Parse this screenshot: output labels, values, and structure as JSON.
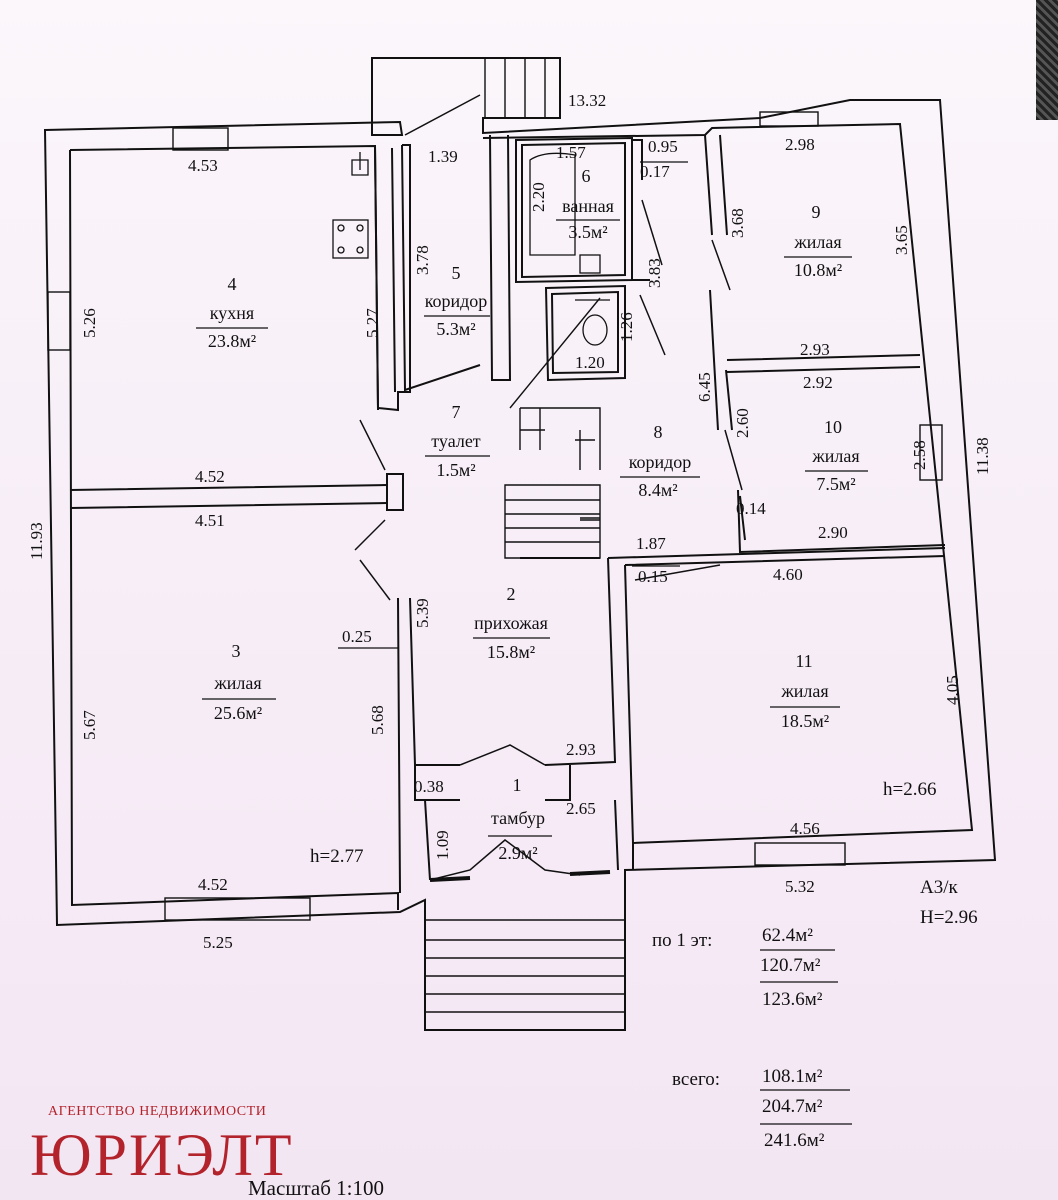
{
  "rooms": [
    {
      "num": "1",
      "name": "тамбур",
      "area": "2.9м²"
    },
    {
      "num": "2",
      "name": "прихожая",
      "area": "15.8м²"
    },
    {
      "num": "3",
      "name": "жилая",
      "area": "25.6м²"
    },
    {
      "num": "4",
      "name": "кухня",
      "area": "23.8м²"
    },
    {
      "num": "5",
      "name": "коридор",
      "area": "5.3м²"
    },
    {
      "num": "6",
      "name": "ванная",
      "area": "3.5м²"
    },
    {
      "num": "7",
      "name": "туалет",
      "area": "1.5м²"
    },
    {
      "num": "8",
      "name": "коридор",
      "area": "8.4м²"
    },
    {
      "num": "9",
      "name": "жилая",
      "area": "10.8м²"
    },
    {
      "num": "10",
      "name": "жилая",
      "area": "7.5м²"
    },
    {
      "num": "11",
      "name": "жилая",
      "area": "18.5м²"
    }
  ],
  "dimensions": {
    "d13_32": "13.32",
    "d4_53": "4.53",
    "d1_39": "1.39",
    "d1_57": "1.57",
    "d0_95": "0.95",
    "d0_17": "0.17",
    "d2_98": "2.98",
    "d2_20": "2.20",
    "d3_78": "3.78",
    "d3_68": "3.68",
    "d3_65": "3.65",
    "d3_83": "3.83",
    "d5_26": "5.26",
    "d5_27": "5.27",
    "d1_26": "1.26",
    "d1_20": "1.20",
    "d6_45": "6.45",
    "d2_93a": "2.93",
    "d2_92": "2.92",
    "d2_60": "2.60",
    "d2_58": "2.58",
    "d11_38": "11.38",
    "d0_14": "0.14",
    "d2_90": "2.90",
    "d4_52a": "4.52",
    "d4_51": "4.51",
    "d11_93": "11.93",
    "d1_87": "1.87",
    "d0_15": "0.15",
    "d4_60": "4.60",
    "d5_39": "5.39",
    "d0_25": "0.25",
    "d5_67": "5.67",
    "d5_68": "5.68",
    "d4_05": "4.05",
    "d2_93b": "2.93",
    "d0_38": "0.38",
    "d2_65": "2.65",
    "d1_09": "1.09",
    "d4_56": "4.56",
    "d4_52b": "4.52",
    "d5_32": "5.32",
    "d5_25": "5.25"
  },
  "heights": {
    "room3": "h=2.77",
    "room11": "h=2.66"
  },
  "stamp": {
    "code": "А3/к",
    "height": "Н=2.96"
  },
  "totals": {
    "floor_label": "по 1 эт:",
    "floor_values": [
      "62.4м²",
      "120.7м²",
      "123.6м²"
    ],
    "total_label": "всего:",
    "total_values": [
      "108.1м²",
      "204.7м²",
      "241.6м²"
    ]
  },
  "scale": "Масштаб 1:100",
  "agency": {
    "tagline": "АГЕНТСТВО НЕДВИЖИМОСТИ",
    "name": "ЮРИЭЛТ"
  },
  "colors": {
    "ink": "#111111",
    "logo": "#b3232b",
    "paper": "#f7eef7"
  }
}
